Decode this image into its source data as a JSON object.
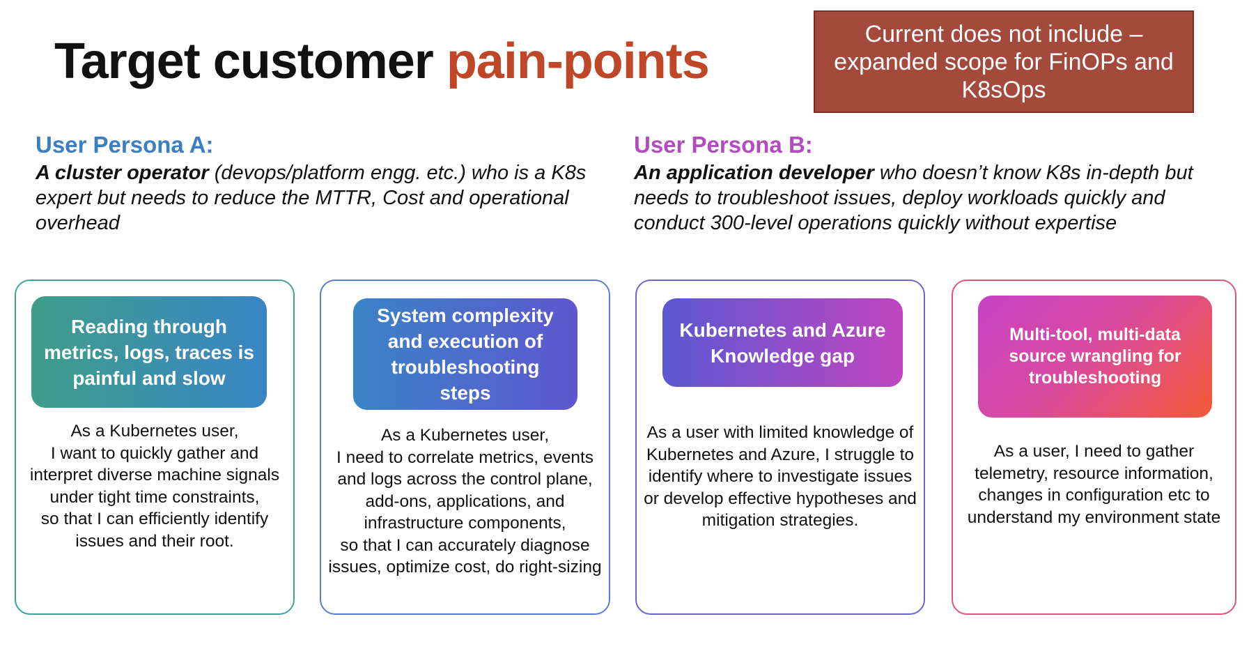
{
  "title": {
    "main": "Target customer ",
    "accent": "pain-points"
  },
  "note": "Current does not include – expanded scope for FinOPs and K8sOps",
  "personas": [
    {
      "heading": "User Persona A:",
      "bold": "A cluster operator",
      "rest": " (devops/platform engg. etc.) who is a K8s expert but needs to reduce the MTTR, Cost and operational overhead"
    },
    {
      "heading": "User Persona B:",
      "bold": "An application developer",
      "rest": " who doesn’t know K8s in-depth but needs to troubleshoot issues, deploy workloads quickly and conduct 300-level operations quickly without expertise"
    }
  ],
  "cards": [
    {
      "header": "Reading through metrics, logs, traces is painful and slow",
      "body": "As a Kubernetes user,\nI want to quickly gather and interpret diverse machine signals under tight time constraints,\nso that I can efficiently identify issues and their root."
    },
    {
      "header": "System complexity and execution of troubleshooting steps",
      "body": "As a Kubernetes user,\nI need to correlate metrics, events and logs across the control plane, add-ons, applications, and infrastructure components,\nso that I can accurately diagnose issues, optimize cost, do right-sizing"
    },
    {
      "header": "Kubernetes and Azure Knowledge gap",
      "body": "As a user with limited knowledge of Kubernetes and Azure, I struggle to identify where to investigate issues or develop effective hypotheses and mitigation strategies."
    },
    {
      "header": "Multi-tool, multi-data source wrangling for troubleshooting",
      "body": "As a user, I need to gather telemetry, resource information, changes in configuration etc to understand my environment state"
    }
  ]
}
